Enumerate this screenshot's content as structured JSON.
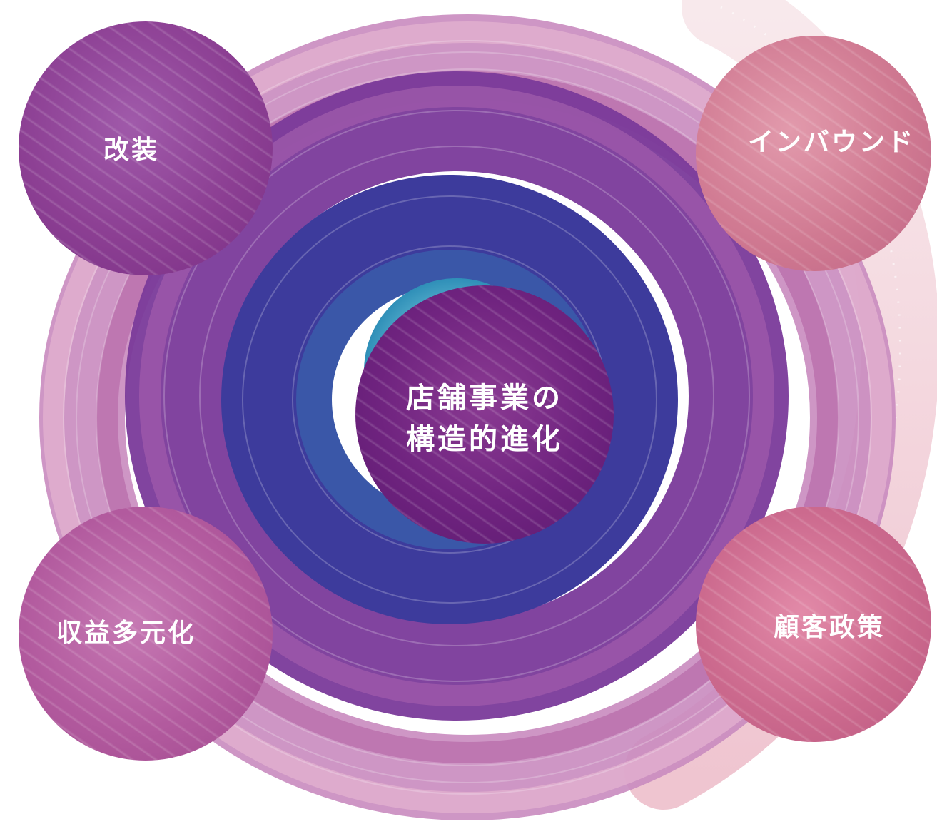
{
  "colors": {
    "outer_ring": "#c98bbf",
    "mid_ring": "#7a3a9a",
    "inner_ring": "#3a3a9a",
    "core": "#3aa3c0",
    "tail": "#f1cfd6",
    "text": "#ffffff"
  },
  "center": {
    "line1": "店舗事業の",
    "line2": "構造的進化"
  },
  "nodes": {
    "top_left": "改装",
    "top_right": "インバウンド",
    "bottom_left": "収益多元化",
    "bottom_right": "顧客政策"
  }
}
